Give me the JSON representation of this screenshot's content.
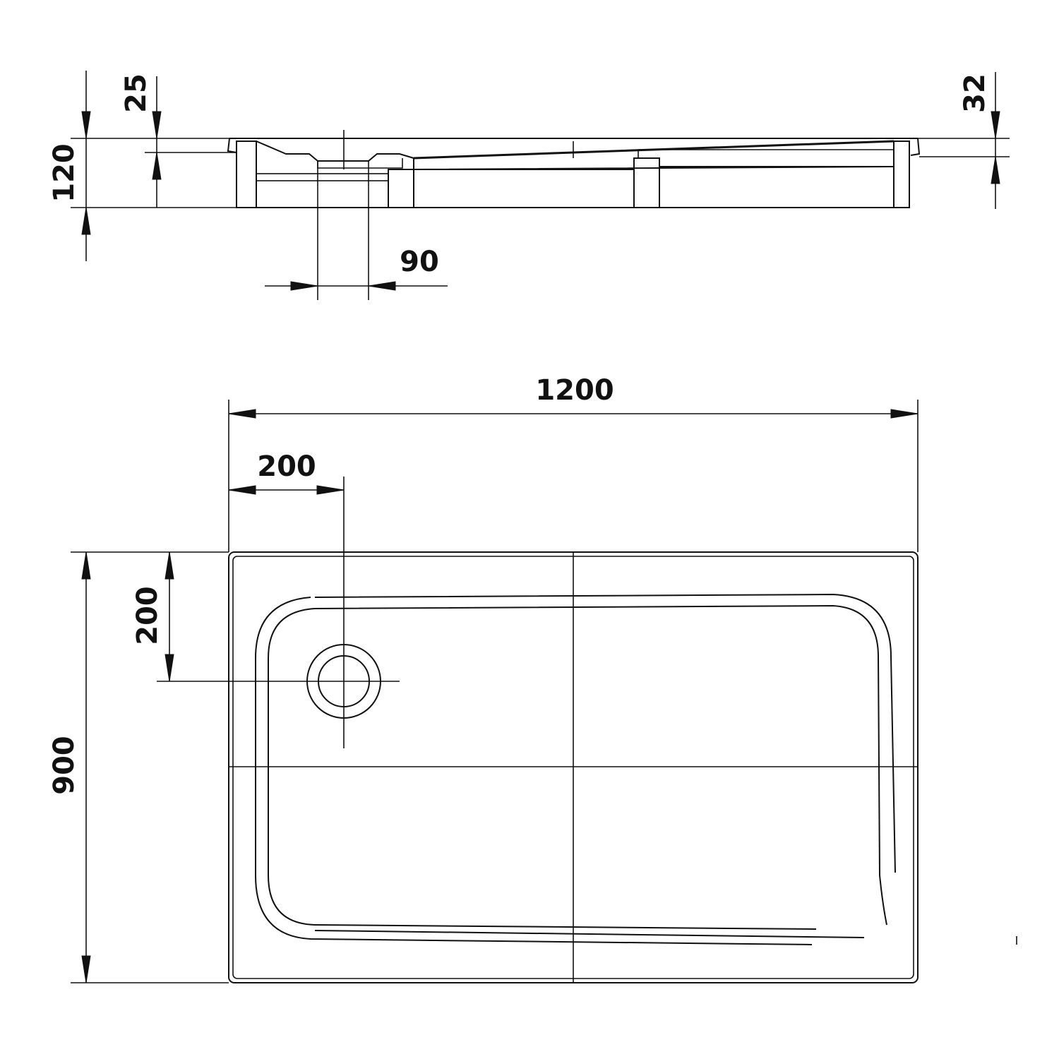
{
  "section_view": {
    "dimensions": {
      "top_lip": "25",
      "total_height": "120",
      "right_rim": "32",
      "drain_width": "90"
    }
  },
  "plan_view": {
    "dimensions": {
      "length": "1200",
      "drain_offset_x": "200",
      "drain_offset_y": "200",
      "width": "900"
    }
  }
}
